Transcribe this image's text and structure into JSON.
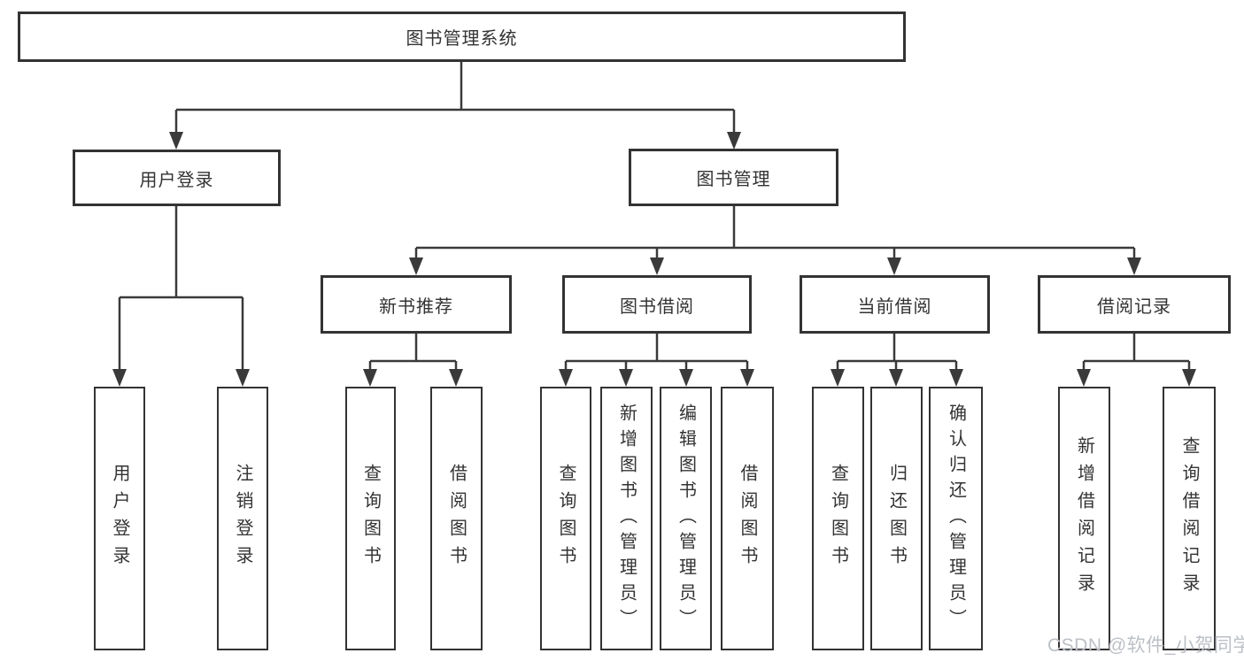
{
  "tree": {
    "label": "图书管理系统",
    "children": [
      {
        "label": "用户登录",
        "children": [
          {
            "label": "用户登录"
          },
          {
            "label": "注销登录"
          }
        ]
      },
      {
        "label": "图书管理",
        "children": [
          {
            "label": "新书推荐",
            "children": [
              {
                "label": "查询图书"
              },
              {
                "label": "借阅图书"
              }
            ]
          },
          {
            "label": "图书借阅",
            "children": [
              {
                "label": "查询图书"
              },
              {
                "label": "新增图书（管理员）"
              },
              {
                "label": "编辑图书（管理员）"
              },
              {
                "label": "借阅图书"
              }
            ]
          },
          {
            "label": "当前借阅",
            "children": [
              {
                "label": "查询图书"
              },
              {
                "label": "归还图书"
              },
              {
                "label": "确认归还（管理员）"
              }
            ]
          },
          {
            "label": "借阅记录",
            "children": [
              {
                "label": "新增借阅记录"
              },
              {
                "label": "查询借阅记录"
              }
            ]
          }
        ]
      }
    ]
  },
  "watermark": {
    "text": "CSDN @软件_小贺同学"
  },
  "colors": {
    "line": "#3a3a3a",
    "box_border": "#333333",
    "box_fill": "#ffffff",
    "text": "#333333",
    "watermark": "#bcc0c6",
    "background": "#ffffff"
  }
}
